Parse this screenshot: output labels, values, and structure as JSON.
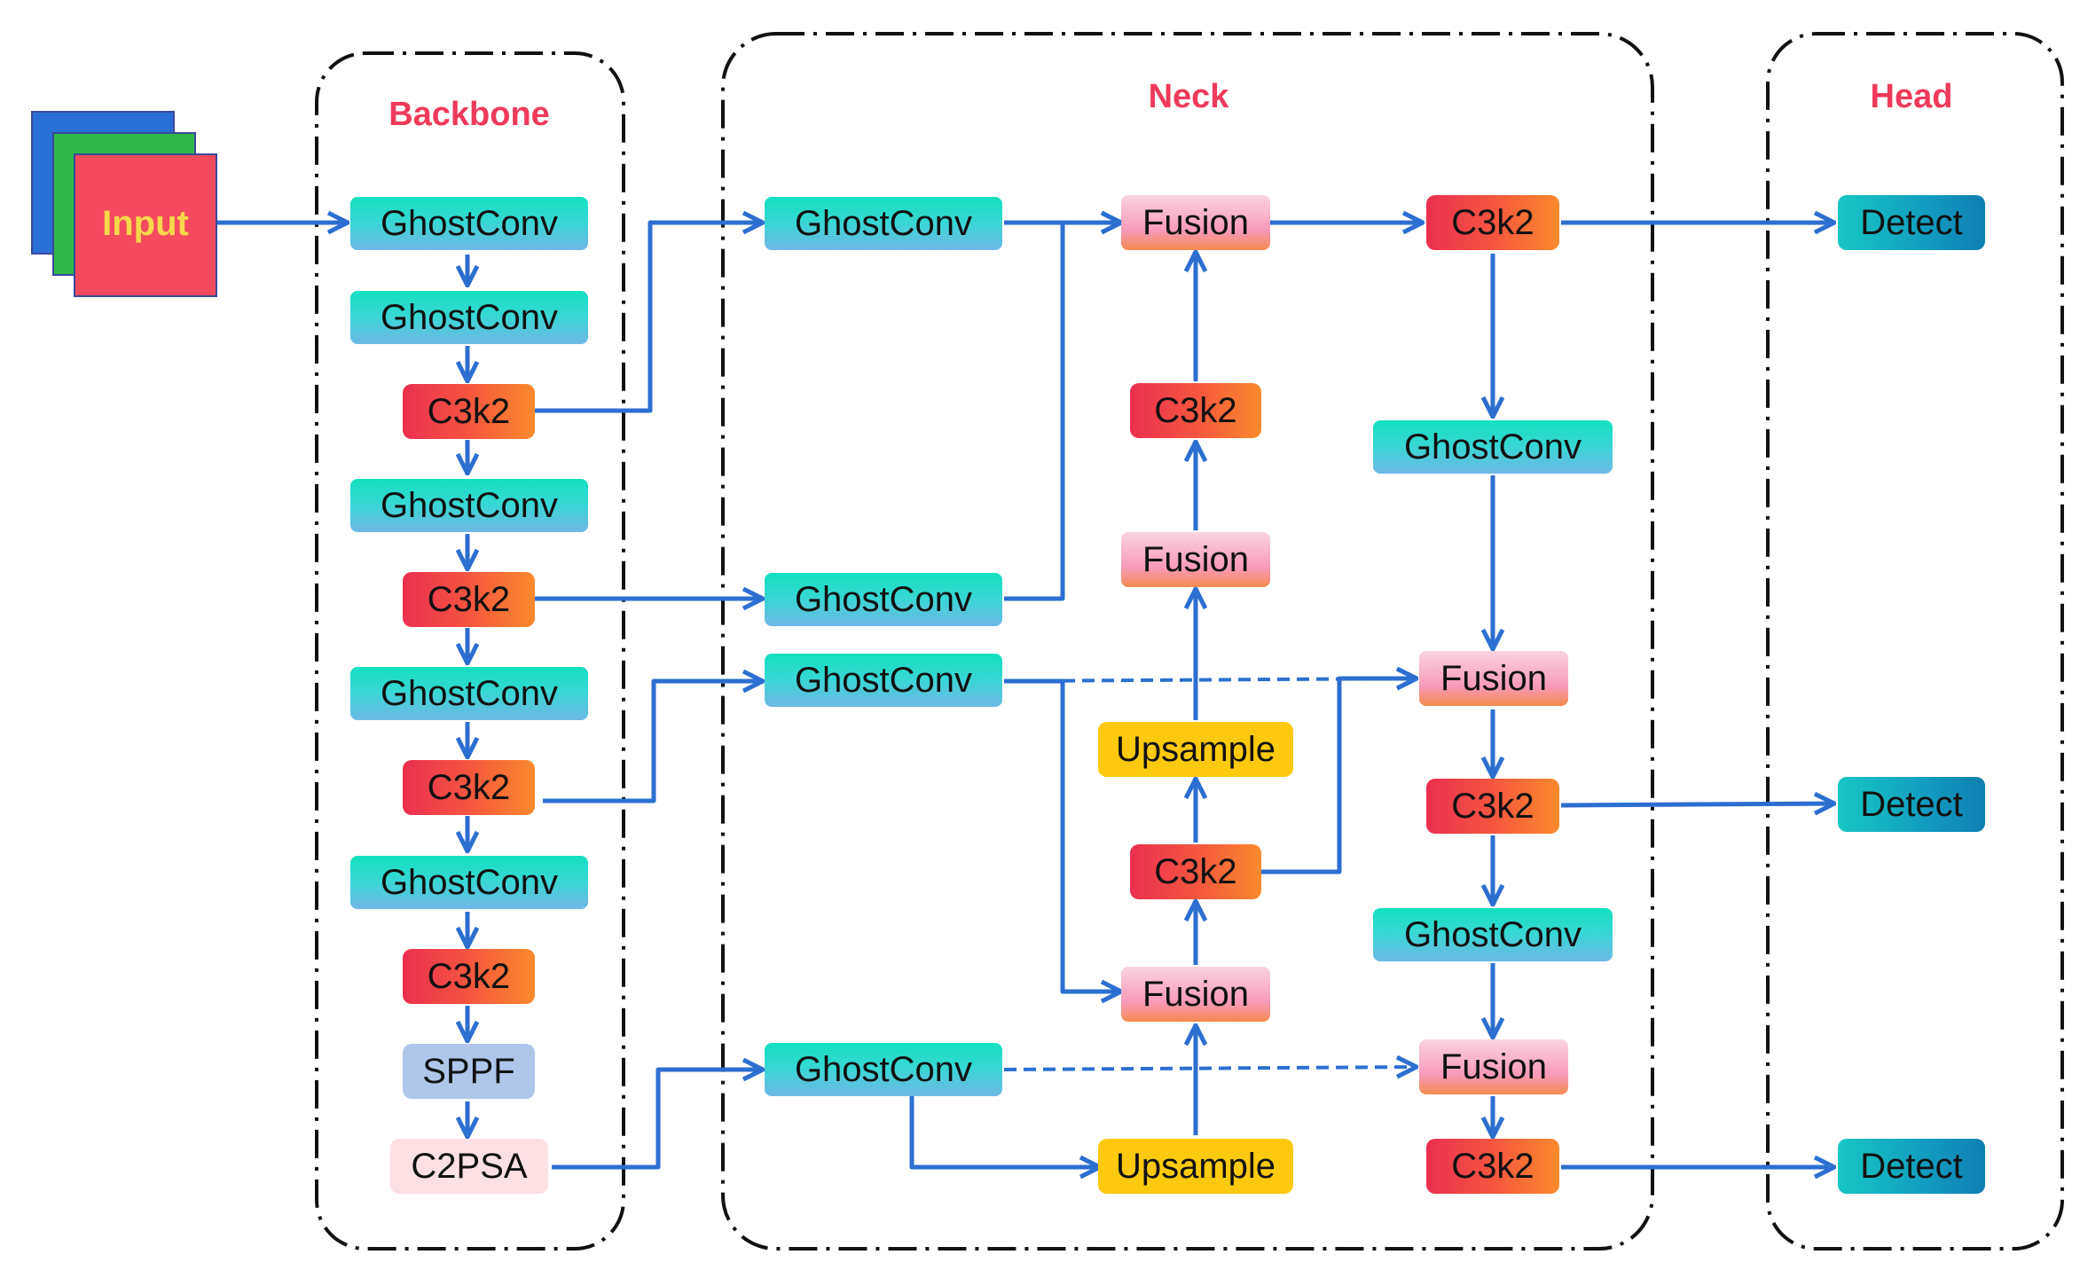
{
  "sections": {
    "backbone": "Backbone",
    "neck": "Neck",
    "head": "Head"
  },
  "input_label": "Input",
  "backbone": {
    "b1": "GhostConv",
    "b2": "GhostConv",
    "b3": "C3k2",
    "b4": "GhostConv",
    "b5": "C3k2",
    "b6": "GhostConv",
    "b7": "C3k2",
    "b8": "GhostConv",
    "b9": "C3k2",
    "b10": "SPPF",
    "b11": "C2PSA"
  },
  "neck": {
    "ng1": "GhostConv",
    "ng2": "GhostConv",
    "ng3": "GhostConv",
    "ng4": "GhostConv",
    "nf1": "Fusion",
    "nc1": "C3k2",
    "nf2": "Fusion",
    "nu1": "Upsample",
    "nc2": "C3k2",
    "nf3": "Fusion",
    "nu2": "Upsample",
    "nr1": "C3k2",
    "nr2": "GhostConv",
    "nr3": "Fusion",
    "nr4": "C3k2",
    "nr5": "GhostConv",
    "nr6": "Fusion",
    "nr7": "C3k2"
  },
  "head": {
    "d1": "Detect",
    "d2": "Detect",
    "d3": "Detect"
  },
  "colors": {
    "arrow": "#2c6fd0",
    "title": "#ef3a5a",
    "input_back": "#2a6fd6",
    "input_mid": "#2fb84a",
    "input_front": "#f44a5e"
  }
}
